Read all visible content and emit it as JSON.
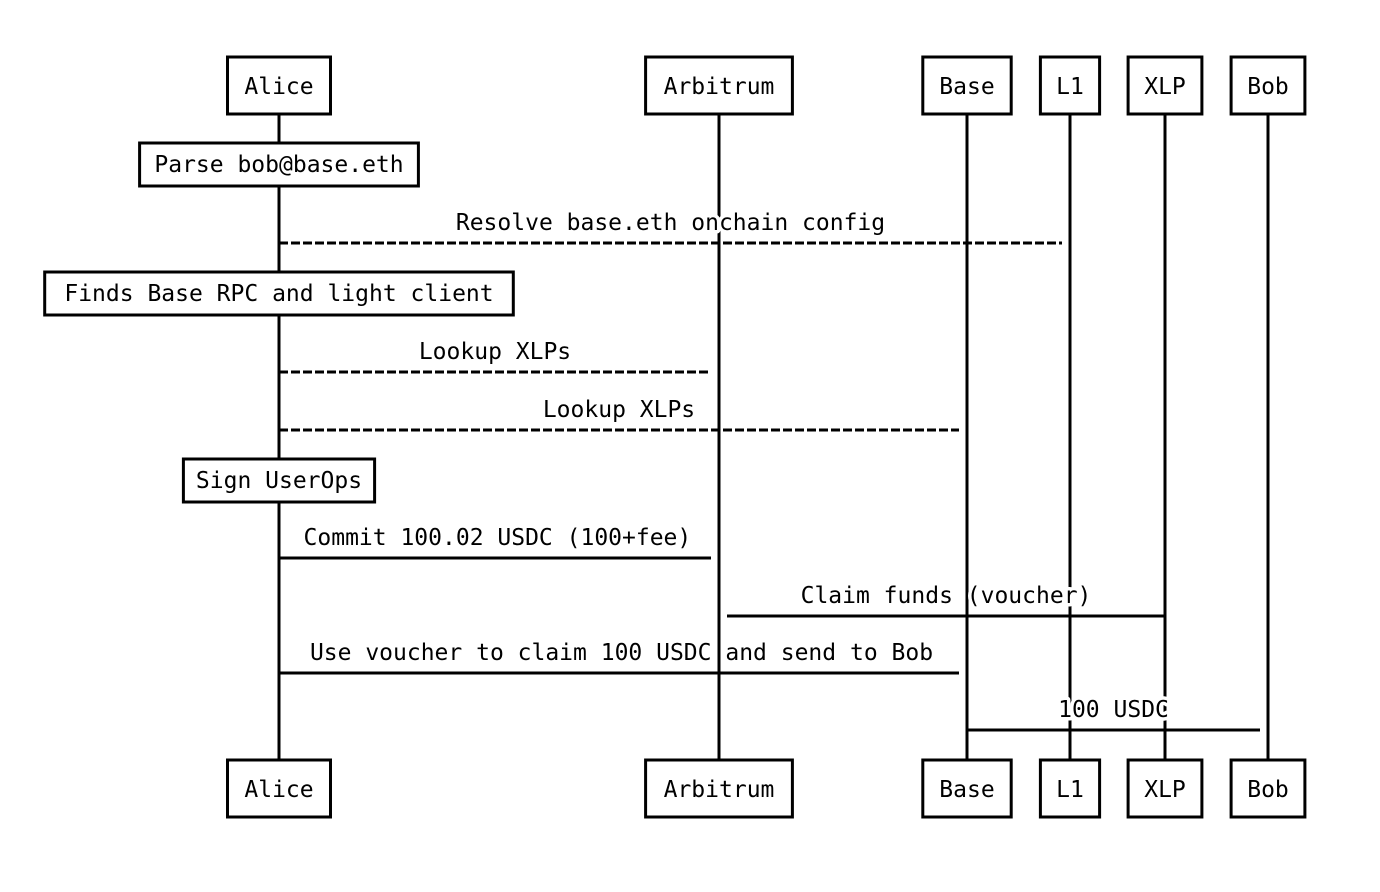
{
  "diagram": {
    "participants": [
      {
        "id": "alice",
        "label": "Alice"
      },
      {
        "id": "arbitrum",
        "label": "Arbitrum"
      },
      {
        "id": "base",
        "label": "Base"
      },
      {
        "id": "l1",
        "label": "L1"
      },
      {
        "id": "xlp",
        "label": "XLP"
      },
      {
        "id": "bob",
        "label": "Bob"
      }
    ],
    "events": [
      {
        "kind": "note",
        "over": "alice",
        "label": "Parse bob@base.eth"
      },
      {
        "kind": "message",
        "from": "alice",
        "to": "l1",
        "style": "dashed",
        "label": "Resolve base.eth onchain config"
      },
      {
        "kind": "note",
        "over": "alice",
        "label": "Finds Base RPC and light client"
      },
      {
        "kind": "message",
        "from": "alice",
        "to": "arbitrum",
        "style": "dashed",
        "label": "Lookup XLPs"
      },
      {
        "kind": "message",
        "from": "alice",
        "to": "base",
        "style": "dashed",
        "label": "Lookup XLPs"
      },
      {
        "kind": "note",
        "over": "alice",
        "label": "Sign UserOps"
      },
      {
        "kind": "message",
        "from": "alice",
        "to": "arbitrum",
        "style": "solid",
        "label": "Commit 100.02 USDC (100+fee)"
      },
      {
        "kind": "message",
        "from": "xlp",
        "to": "arbitrum",
        "style": "solid",
        "label": "Claim funds (voucher)"
      },
      {
        "kind": "message",
        "from": "alice",
        "to": "base",
        "style": "solid",
        "label": "Use voucher to claim 100 USDC and send to Bob"
      },
      {
        "kind": "message",
        "from": "base",
        "to": "bob",
        "style": "solid",
        "label": "100 USDC"
      }
    ]
  }
}
